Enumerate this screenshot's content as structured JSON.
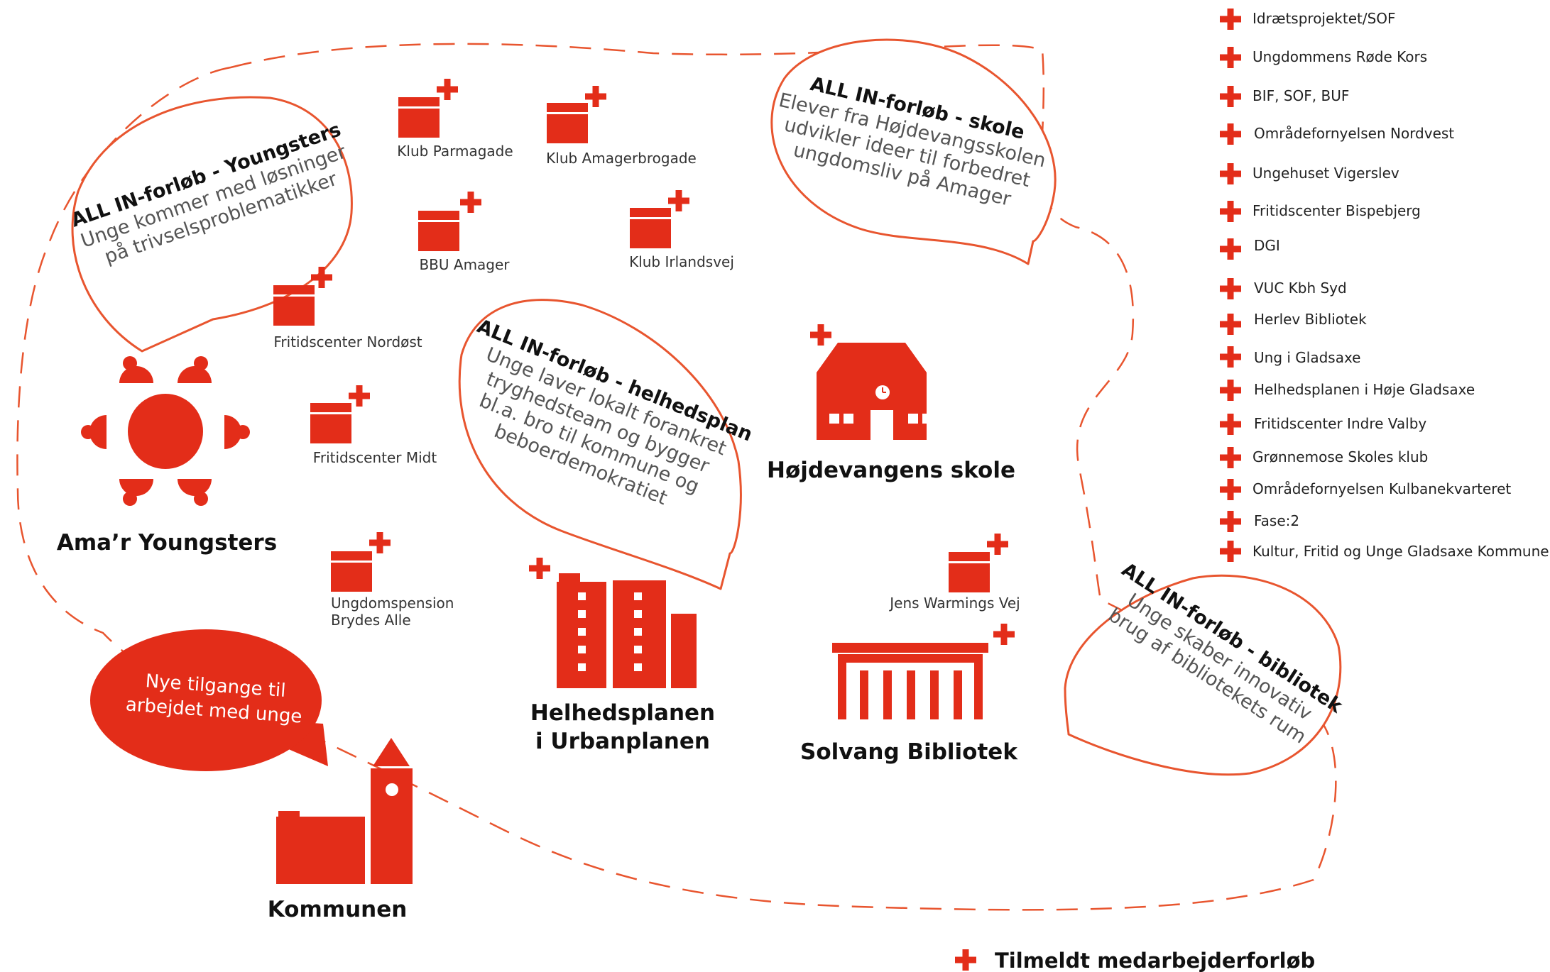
{
  "colors": {
    "accent": "#e32d19",
    "text": "#111111",
    "muted": "#555555"
  },
  "icons": {
    "youngsters": "people-around-table-icon",
    "school": "school-building-icon",
    "housing": "apartment-blocks-icon",
    "library": "library-building-icon",
    "municipality": "church-building-icon",
    "club": "box-icon",
    "registered": "red-plus-icon"
  },
  "actors": {
    "youngsters": "Ama’r Youngsters",
    "school": "Højdevangens skole",
    "housing_line1": "Helhedsplanen",
    "housing_line2": "i Urbanplanen",
    "library": "Solvang Bibliotek",
    "municipality": "Kommunen"
  },
  "clubs": {
    "parmagade": "Klub Parmagade",
    "amagerbrogade": "Klub Amagerbrogade",
    "bbu": "BBU Amager",
    "irlandsvej": "Klub Irlandsvej",
    "nordost": "Fritidscenter Nordøst",
    "midt": "Fritidscenter Midt",
    "pension_line1": "Ungdomspension",
    "pension_line2": "Brydes Alle",
    "jens": "Jens Warmings Vej"
  },
  "bubbles": {
    "youngsters": {
      "title": "ALL IN-forløb - Youngsters",
      "lines": [
        "Unge kommer med løsninger",
        "på trivselsproblematikker"
      ]
    },
    "school": {
      "title": "ALL IN-forløb - skole",
      "lines": [
        "Elever fra Højdevangsskolen",
        "udvikler ideer til forbedret",
        "ungdomsliv på Amager"
      ]
    },
    "helhedsplan": {
      "title": "ALL IN-forløb - helhedsplan",
      "lines": [
        "Unge laver lokalt forankret",
        "tryghedsteam og bygger",
        "bl.a. bro til kommune og",
        "beboerdemokratiet"
      ]
    },
    "library": {
      "title": "ALL IN-forløb - bibliotek",
      "lines": [
        "Unge skaber innovativ",
        "brug af bibliotekets rum"
      ]
    },
    "new_approaches": {
      "lines": [
        "Nye tilgange til",
        "arbejdet med unge"
      ]
    }
  },
  "legend": {
    "items": [
      "Idrætsprojektet/SOF",
      "Ungdommens Røde Kors",
      "BIF, SOF, BUF",
      "Områdefornyelsen Nordvest",
      "Ungehuset Vigerslev",
      "Fritidscenter Bispebjerg",
      "DGI",
      "VUC Kbh Syd",
      "Herlev Bibliotek",
      "Ung i Gladsaxe",
      "Helhedsplanen i Høje Gladsaxe",
      "Fritidscenter Indre Valby",
      "Grønnemose Skoles klub",
      "Områdefornyelsen Kulbanekvarteret",
      "Fase:2",
      "Kultur, Fritid og Unge Gladsaxe Kommune"
    ],
    "footer": "Tilmeldt medarbejderforløb"
  }
}
